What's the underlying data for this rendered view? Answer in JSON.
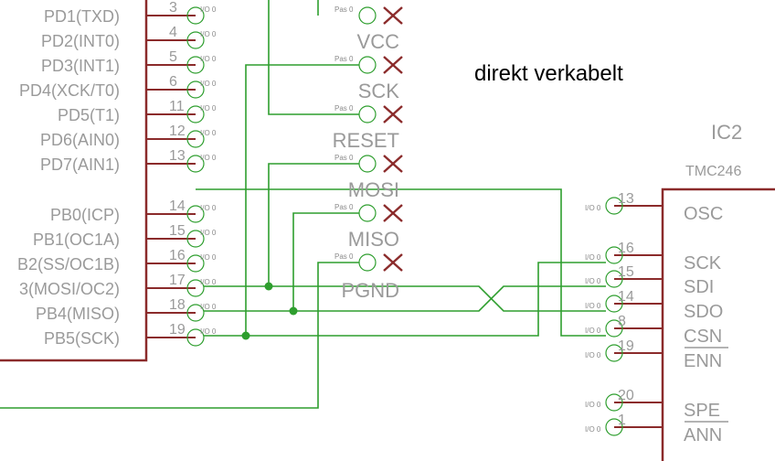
{
  "note": "direkt verkabelt",
  "colors": {
    "wire": "#2e9e2e",
    "pin": "#8b2b2b",
    "body": "#8b2b2b",
    "label": "#9a9a9a",
    "cross": "#8b2b2b",
    "junction": "#2e9e2e"
  },
  "left_ic": {
    "pins": [
      {
        "label": "PD1(TXD)",
        "number": "3"
      },
      {
        "label": "PD2(INT0)",
        "number": "4"
      },
      {
        "label": "PD3(INT1)",
        "number": "5"
      },
      {
        "label": "PD4(XCK/T0)",
        "number": "6"
      },
      {
        "label": "PD5(T1)",
        "number": "11"
      },
      {
        "label": "PD6(AIN0)",
        "number": "12"
      },
      {
        "label": "PD7(AIN1)",
        "number": "13"
      },
      {
        "label": "PB0(ICP)",
        "number": "14"
      },
      {
        "label": "PB1(OC1A)",
        "number": "15"
      },
      {
        "label": "B2(SS/OC1B)",
        "number": "16"
      },
      {
        "label": "3(MOSI/OC2)",
        "number": "17"
      },
      {
        "label": "PB4(MISO)",
        "number": "18"
      },
      {
        "label": "PB5(SCK)",
        "number": "19"
      }
    ],
    "pin_tag": "I/O 0"
  },
  "connector": {
    "pins": [
      {
        "label": ""
      },
      {
        "label": "VCC"
      },
      {
        "label": "SCK"
      },
      {
        "label": "RESET"
      },
      {
        "label": "MOSI"
      },
      {
        "label": "MISO"
      },
      {
        "label": "PGND"
      }
    ],
    "pin_tag": "Pas 0"
  },
  "right_ic": {
    "name": "IC2",
    "value": "TMC246",
    "pins": [
      {
        "label": "OSC",
        "number": "13",
        "overline": false
      },
      {
        "label": "SCK",
        "number": "16",
        "overline": false
      },
      {
        "label": "SDI",
        "number": "15",
        "overline": false
      },
      {
        "label": "SDO",
        "number": "14",
        "overline": false
      },
      {
        "label": "CSN",
        "number": "8",
        "overline": false
      },
      {
        "label": "ENN",
        "number": "19",
        "overline": true
      },
      {
        "label": "SPE",
        "number": "20",
        "overline": false
      },
      {
        "label": "ANN",
        "number": "1",
        "overline": true
      }
    ],
    "pin_tag": "I/O 0"
  }
}
